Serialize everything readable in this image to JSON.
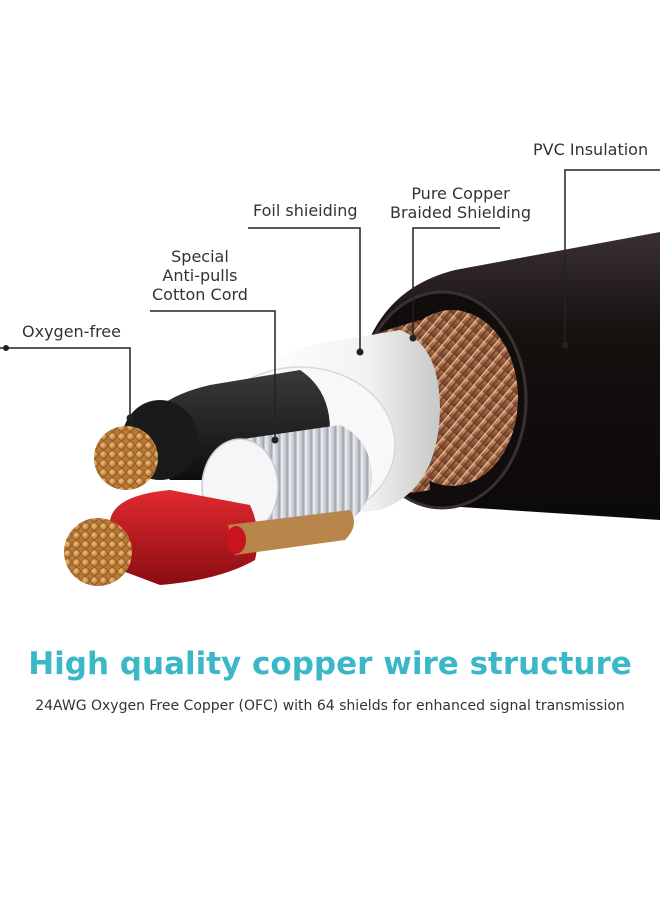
{
  "labels": {
    "pvc_insulation": "PVC Insulation",
    "pure_copper_line1": "Pure Copper",
    "pure_copper_line2": "Braided Shielding",
    "foil_shielding": "Foil shieiding",
    "special_line1": "Special",
    "special_line2": "Anti-pulls",
    "special_line3": "Cotton Cord",
    "oxygen_free": "Oxygen-free"
  },
  "headline": "High quality copper wire structure",
  "subtitle": "24AWG Oxygen Free Copper (OFC) with 64 shields for enhanced signal transmission",
  "colors": {
    "headline": "#3ab8c8",
    "jacket": "#1a1416",
    "copper": "#c89048",
    "red_insulation": "#c8141c",
    "foil": "#f2f2f2",
    "leader_line": "#222222"
  }
}
